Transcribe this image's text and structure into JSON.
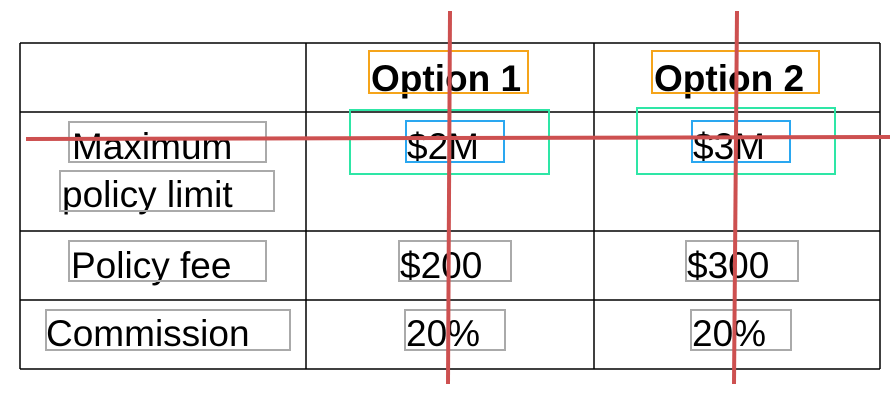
{
  "table": {
    "headers": [
      "",
      "Option 1",
      "Option 2"
    ],
    "rows": [
      {
        "label_lines": [
          "Maximum",
          "policy limit"
        ],
        "values": [
          "$2M",
          "$3M"
        ]
      },
      {
        "label_lines": [
          "Policy fee"
        ],
        "values": [
          "$200",
          "$300"
        ]
      },
      {
        "label_lines": [
          "Commission"
        ],
        "values": [
          "20%",
          "20%"
        ]
      }
    ]
  },
  "colors": {
    "grid": "#000000",
    "annotation_red": "#cd5050",
    "box_gray": "#aaaaaa",
    "box_orange": "#f5a41a",
    "box_teal": "#2ee6a6",
    "box_blue": "#2aa7f0"
  }
}
